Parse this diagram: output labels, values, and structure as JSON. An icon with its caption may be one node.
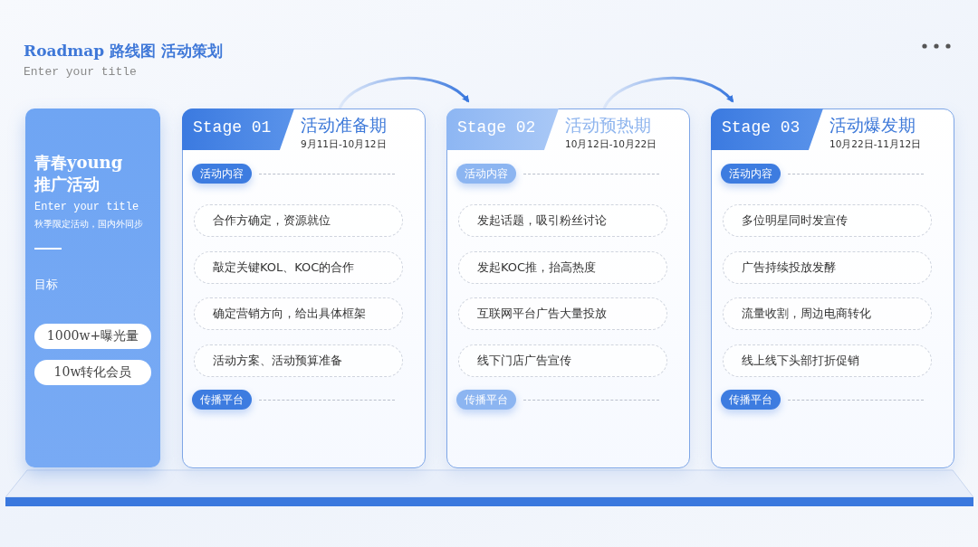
{
  "diagram": {
    "title": "Roadmap 路线图 活动策划",
    "nodes": [
      {
        "text": [
          "青春young 推广活动",
          "Enter your title",
          "秋季限定活动，国内外同步",
          "目标"
        ]
      },
      {
        "text": [
          "1000w+曝光量"
        ],
        "in": 0
      },
      {
        "text": [
          "10w转化会员"
        ],
        "in": 0
      },
      {
        "text": [
          "活动准备期",
          "9月11日-10月12日"
        ]
      },
      {
        "text": [
          "Stage 01"
        ],
        "in": 3
      },
      {
        "text": [
          "活动内容"
        ],
        "in": 3
      },
      {
        "text": [
          "合作方确定，资源就位"
        ],
        "in": 3
      },
      {
        "text": [
          "敲定关键KOL、KOC的合作"
        ],
        "in": 3
      },
      {
        "text": [
          "确定营销方向，给出具体框架"
        ],
        "in": 3
      },
      {
        "text": [
          "活动方案、活动预算准备"
        ],
        "in": 3
      },
      {
        "text": [
          "传播平台"
        ],
        "in": 3
      },
      {
        "text": [
          "活动预热期",
          "10月12日-10月22日"
        ]
      },
      {
        "text": [
          "Stage 02"
        ],
        "in": 11
      },
      {
        "text": [
          "活动内容"
        ],
        "in": 11
      },
      {
        "text": [
          "发起话题，吸引粉丝讨论"
        ],
        "in": 11
      },
      {
        "text": [
          "发起KOC推，抬高热度"
        ],
        "in": 11
      },
      {
        "text": [
          "互联网平台广告大量投放"
        ],
        "in": 11
      },
      {
        "text": [
          "线下门店广告宣传"
        ],
        "in": 11
      },
      {
        "text": [
          "传播平台"
        ],
        "in": 11
      },
      {
        "text": [
          "活动爆发期",
          "10月22日-11月12日"
        ]
      },
      {
        "text": [
          "Stage 03"
        ],
        "in": 19
      },
      {
        "text": [
          "活动内容"
        ],
        "in": 19
      },
      {
        "text": [
          "多位明星同时发宣传"
        ],
        "in": 19
      },
      {
        "text": [
          "广告持续投放发酵"
        ],
        "in": 19
      },
      {
        "text": [
          "流量收割，周边电商转化"
        ],
        "in": 19
      },
      {
        "text": [
          "线上线下头部打折促销"
        ],
        "in": 19
      },
      {
        "text": [
          "传播平台"
        ],
        "in": 19
      }
    ],
    "edges": [
      {
        "from": 3,
        "to": 11,
        "arrow": "to"
      },
      {
        "from": 11,
        "to": 19,
        "arrow": "to"
      }
    ],
    "labels": [
      "Enter your title"
    ]
  }
}
